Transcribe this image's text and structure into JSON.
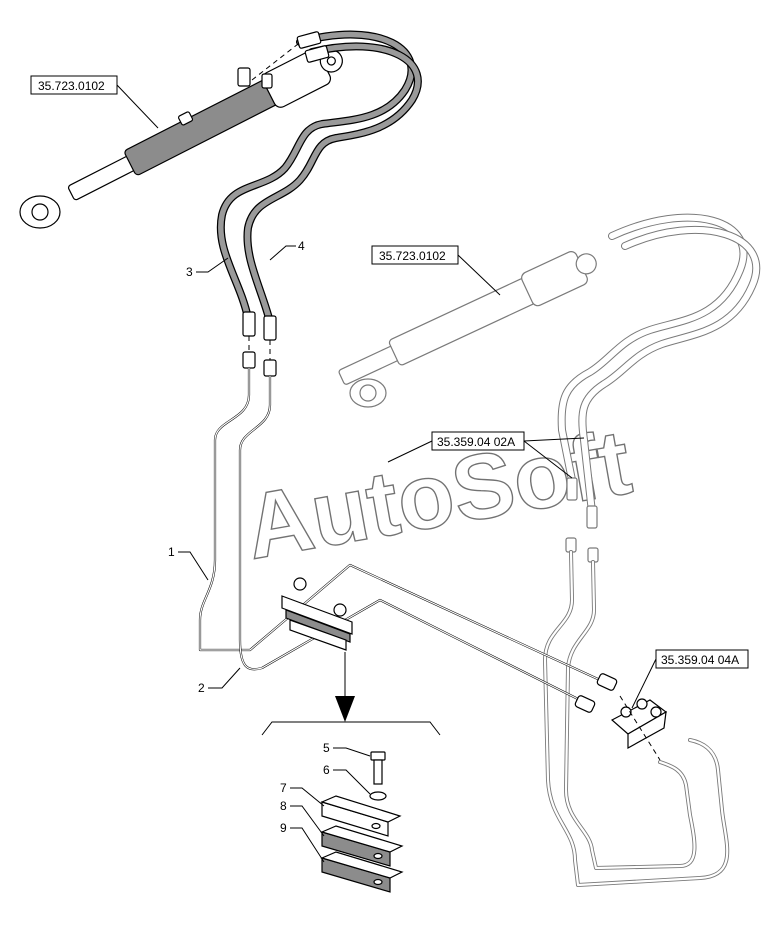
{
  "watermark": "AutoSoft",
  "references": {
    "cylinder_upper": "35.723.0102",
    "cylinder_lower": "35.723.0102",
    "hoses_ref": "35.359.04 02A",
    "valve_ref": "35.359.04 04A"
  },
  "callouts": [
    "1",
    "2",
    "3",
    "4",
    "5",
    "6",
    "7",
    "8",
    "9"
  ]
}
